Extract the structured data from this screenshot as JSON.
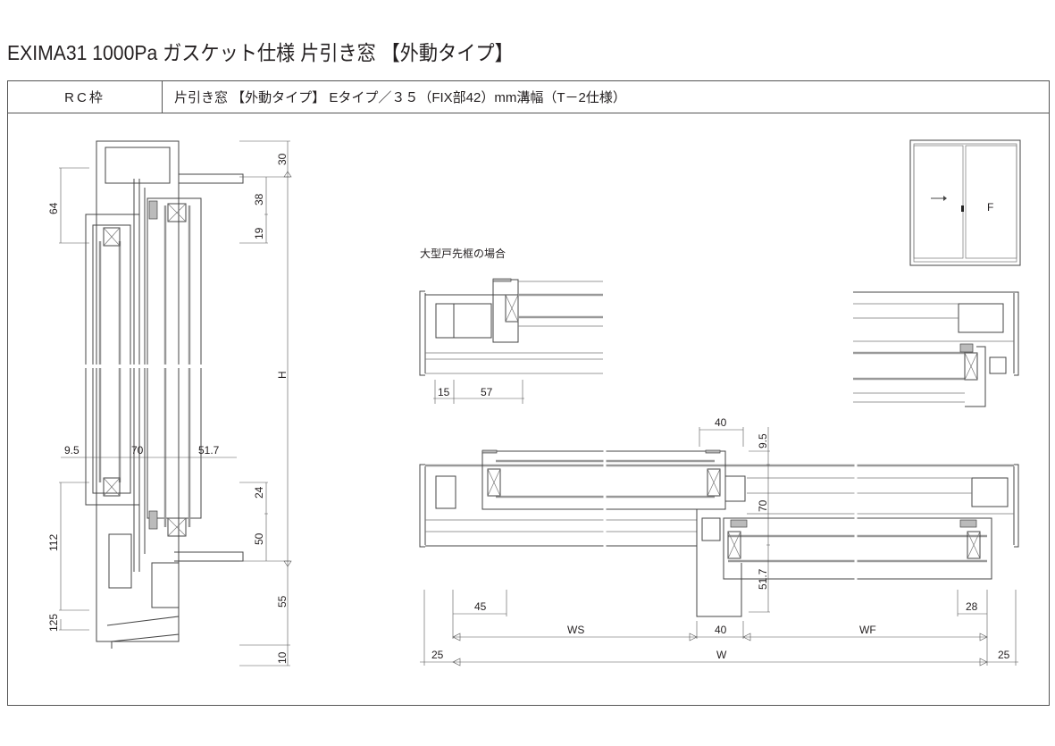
{
  "title": "EXIMA31 1000Pa ガスケット仕様 片引き窓 【外動タイプ】",
  "header": {
    "frame_type": "RC枠",
    "spec": "片引き窓 【外動タイプ】 Eタイプ／３５（FIX部42）mm溝幅（T－2仕様）"
  },
  "vertical_section": {
    "dims_left": [
      "64",
      "112",
      "125"
    ],
    "dims_horizontal": [
      "9.5",
      "70",
      "51.7"
    ],
    "dims_right": [
      "30",
      "38",
      "19",
      "H",
      "24",
      "50",
      "55",
      "10"
    ]
  },
  "plan_section": {
    "caption": "大型戸先框の場合",
    "detail_dims": [
      "15",
      "57"
    ],
    "dims": {
      "meeting_width": "40",
      "d95": "9.5",
      "d70": "70",
      "d517": "51.7",
      "d45": "45",
      "d28": "28",
      "ws": "WS",
      "mid40": "40",
      "wf": "WF",
      "left25": "25",
      "w": "W",
      "right25": "25"
    }
  },
  "elevation": {
    "fixed_label": "F",
    "arrow_icon": "arrow-right-icon"
  }
}
